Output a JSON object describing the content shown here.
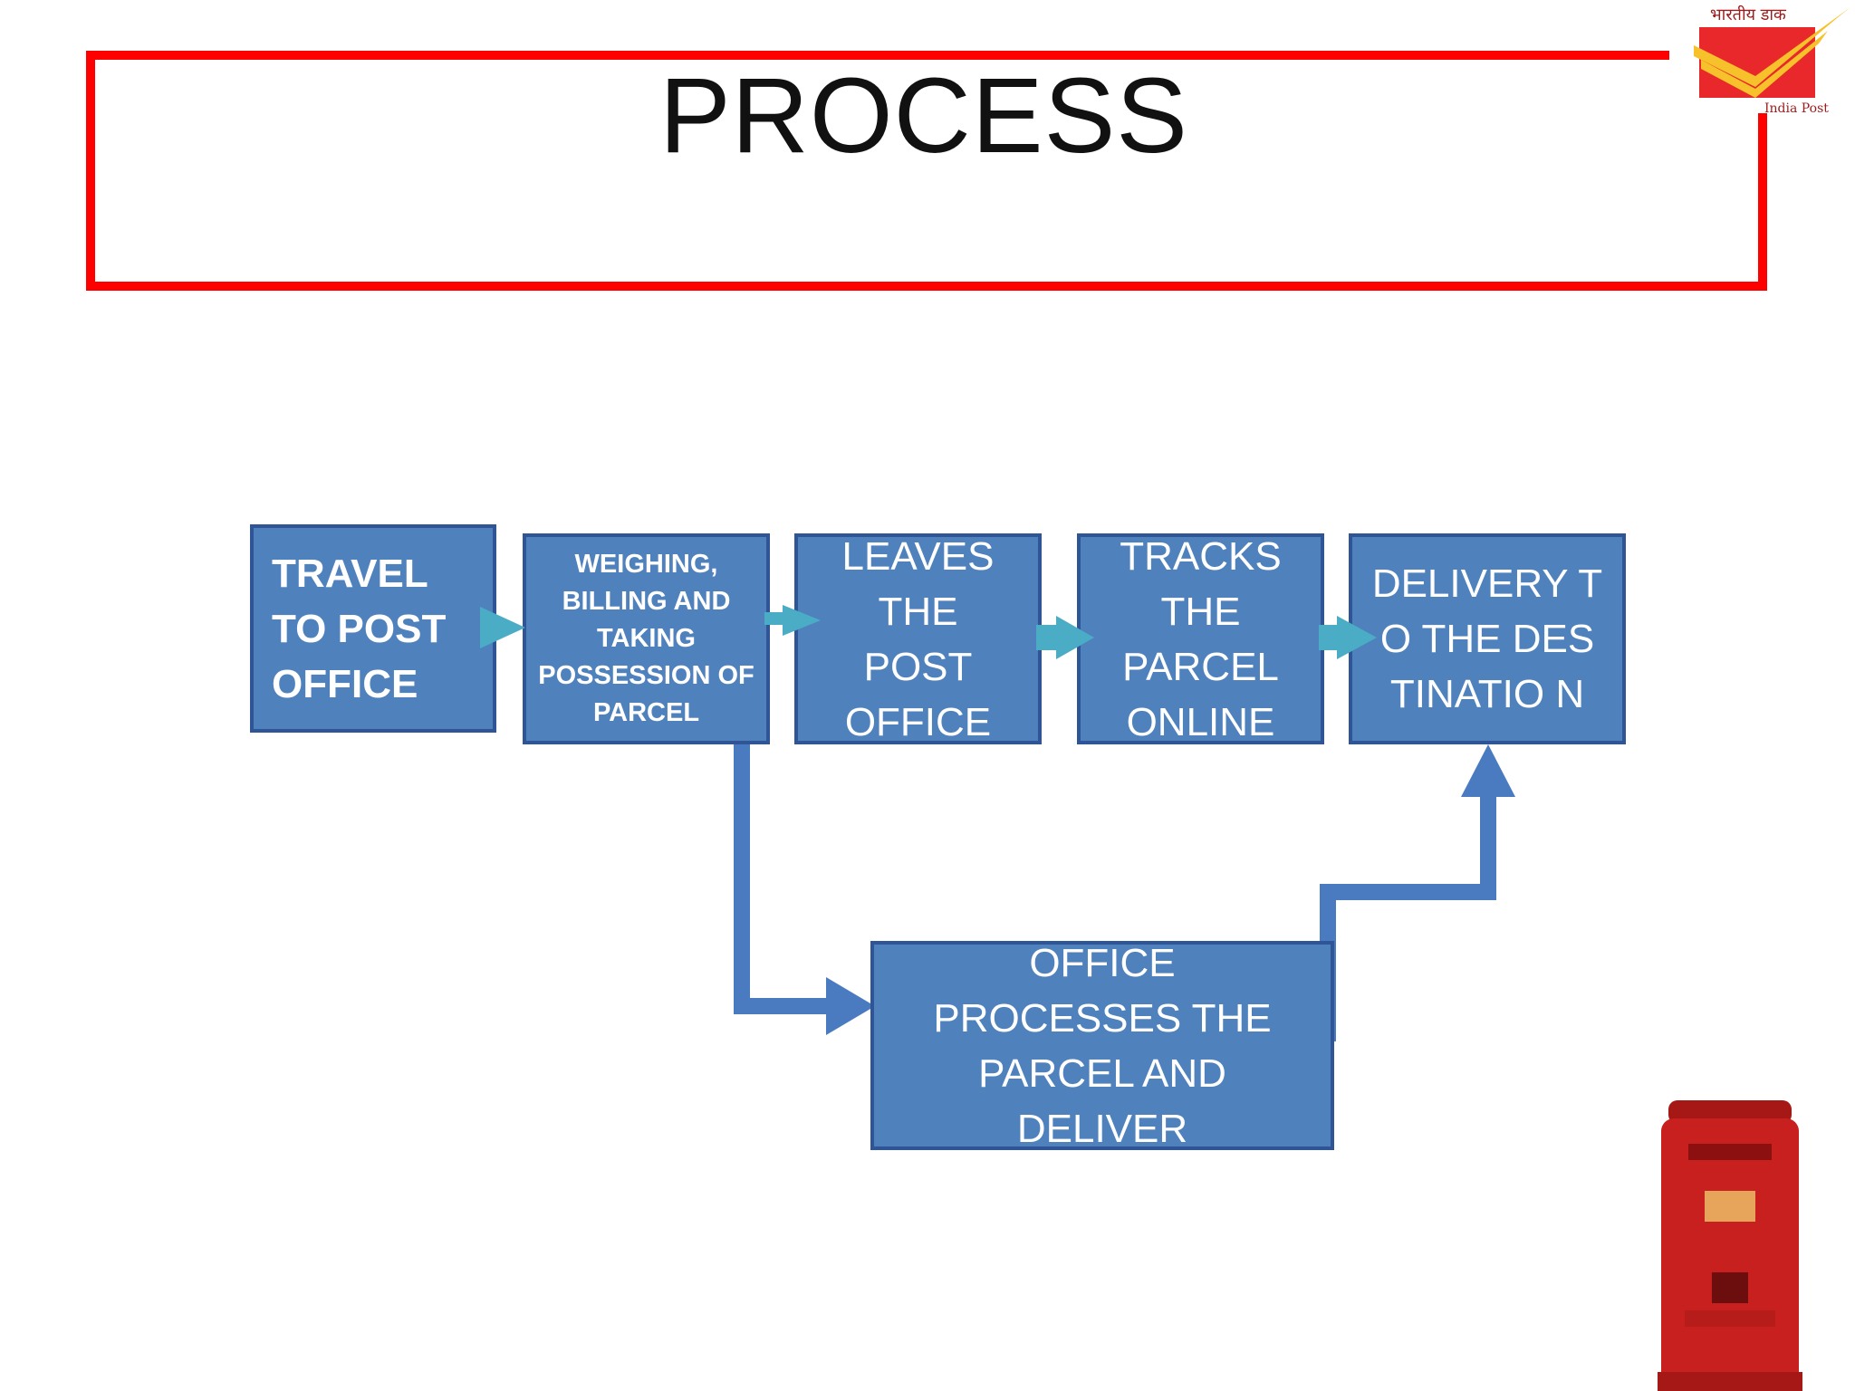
{
  "title": "PROCESS",
  "logo": {
    "top_text": "भारतीय डाक",
    "bottom_text": "India Post"
  },
  "colors": {
    "frame": "#ff0000",
    "box_fill": "#4f81bd",
    "box_border": "#2f5597",
    "arrow_small": "#4bacc6",
    "connector": "#4a7bc0",
    "box_text": "#ffffff",
    "postbox": "#c8201e"
  },
  "steps": [
    {
      "id": "travel",
      "label": "TRAVEL TO POST OFFICE"
    },
    {
      "id": "weighing",
      "label": "WEIGHING, BILLING AND TAKING POSSESSION OF PARCEL"
    },
    {
      "id": "leaves",
      "label": "LEAVES THE POST OFFICE"
    },
    {
      "id": "tracks",
      "label": "TRACKS THE PARCEL ONLINE"
    },
    {
      "id": "delivery",
      "label": "DELIVERY TO THE DESTINATIO N"
    },
    {
      "id": "office",
      "label": "OFFICE PROCESSES THE PARCEL AND DELIVER"
    }
  ],
  "connections": [
    {
      "from": "travel",
      "to": "weighing"
    },
    {
      "from": "weighing",
      "to": "leaves"
    },
    {
      "from": "leaves",
      "to": "tracks"
    },
    {
      "from": "tracks",
      "to": "delivery"
    },
    {
      "from": "weighing",
      "to": "office"
    },
    {
      "from": "office",
      "to": "delivery"
    }
  ]
}
